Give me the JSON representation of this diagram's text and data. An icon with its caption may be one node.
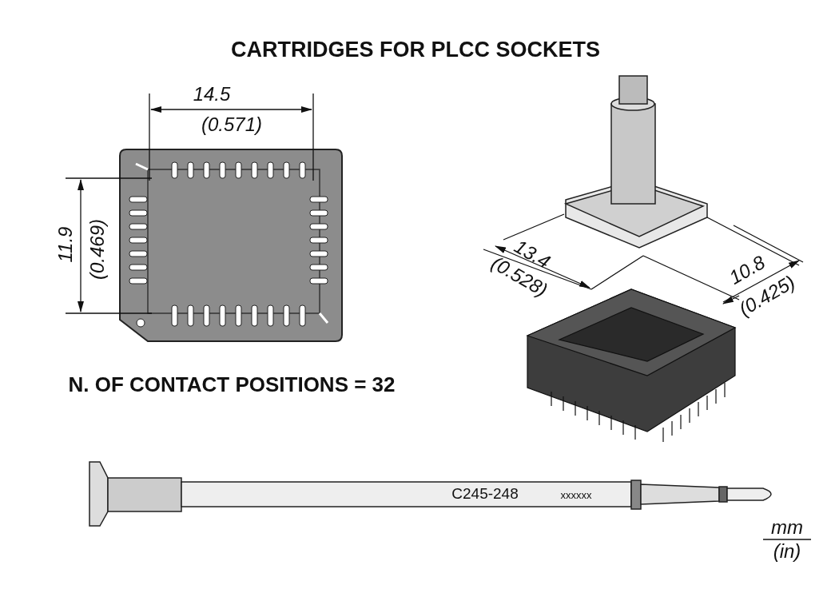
{
  "diagram": {
    "title": "CARTRIDGES FOR PLCC SOCKETS",
    "labels": [
      "14.5",
      "(0.571)",
      "11.9",
      "(0.469)",
      "13.4",
      "(0.528)",
      "10.8",
      "(0.425)",
      "N. OF CONTACT POSITIONS = 32",
      "C245-248",
      "xxxxxx",
      "mm",
      "(in)"
    ]
  }
}
